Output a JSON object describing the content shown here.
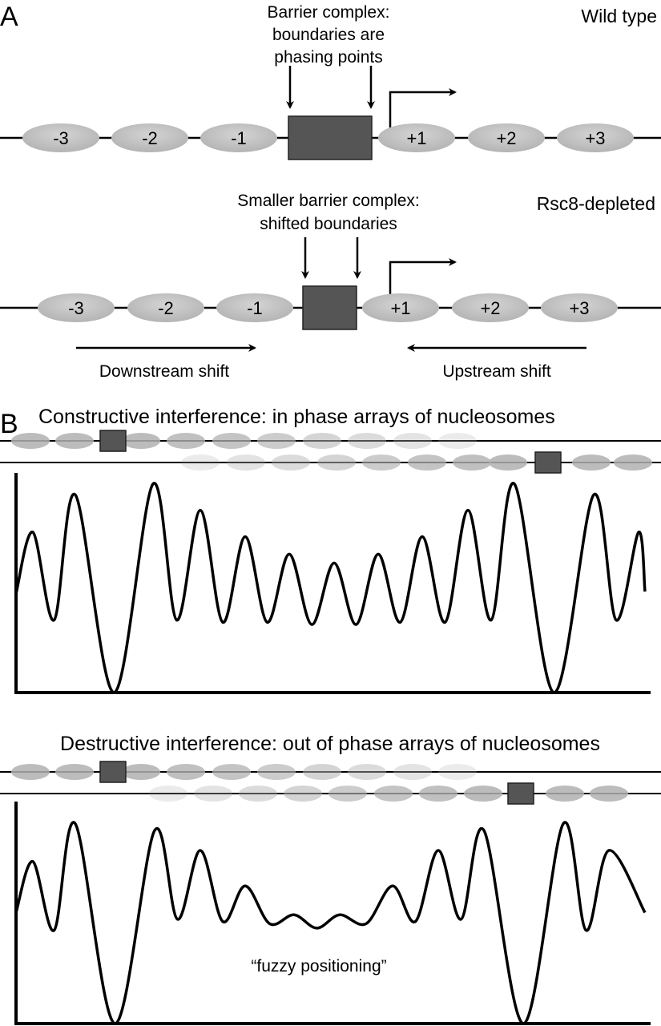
{
  "panelA": {
    "letter": "A",
    "wildtype": {
      "condition": "Wild type",
      "annotation": [
        "Barrier complex:",
        "boundaries are",
        "phasing points"
      ],
      "nucleosomes": [
        "-3",
        "-2",
        "-1",
        "+1",
        "+2",
        "+3"
      ]
    },
    "rsc8": {
      "condition": "Rsc8-depleted",
      "annotation": [
        "Smaller barrier complex:",
        "shifted boundaries"
      ],
      "nucleosomes": [
        "-3",
        "-2",
        "-1",
        "+1",
        "+2",
        "+3"
      ],
      "downstream_label": "Downstream shift",
      "upstream_label": "Upstream shift"
    }
  },
  "panelB": {
    "letter": "B",
    "constructive": {
      "title": "Constructive interference: in phase arrays of nucleosomes",
      "peaks_relative_height": [
        0.73,
        0.9,
        0.95,
        0.83,
        0.71,
        0.63,
        0.59,
        0.63,
        0.71,
        0.83,
        0.95,
        0.9,
        0.73
      ]
    },
    "destructive": {
      "title": "Destructive interference: out of phase arrays of nucleosomes",
      "annotation": "“fuzzy positioning”",
      "peaks_relative_height": [
        0.73,
        0.9,
        0.87,
        0.78,
        0.62,
        0.49,
        0.49,
        0.62,
        0.78,
        0.87,
        0.9,
        0.78
      ]
    }
  },
  "colors": {
    "barrier": "#555555",
    "nucleosome": "#c4c4c4",
    "line": "#000000"
  }
}
